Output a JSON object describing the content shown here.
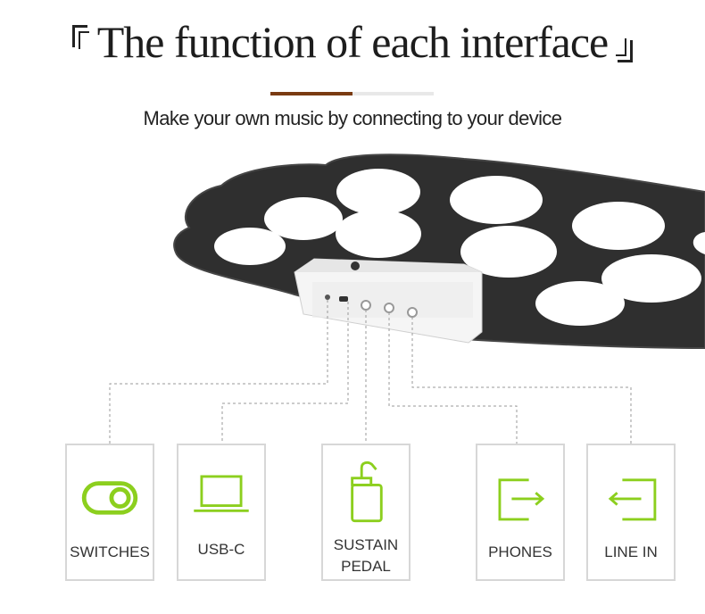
{
  "header": {
    "title": "The function of each interface",
    "subtitle": "Make your own music by connecting to your device"
  },
  "colors": {
    "accent_brown": "#7a3b12",
    "icon_green": "#8ccf1e",
    "pad_dark": "#2f2f2f",
    "card_border": "#d7d7d7"
  },
  "ports": [
    {
      "label": "SWITCHES",
      "icon": "toggle-switch-icon"
    },
    {
      "label": "USB-C",
      "icon": "laptop-icon"
    },
    {
      "label": "SUSTAIN PEDAL",
      "line1": "SUSTAIN",
      "line2": "PEDAL",
      "icon": "pedal-icon"
    },
    {
      "label": "PHONES",
      "icon": "output-arrow-icon"
    },
    {
      "label": "LINE IN",
      "icon": "input-arrow-icon"
    }
  ]
}
